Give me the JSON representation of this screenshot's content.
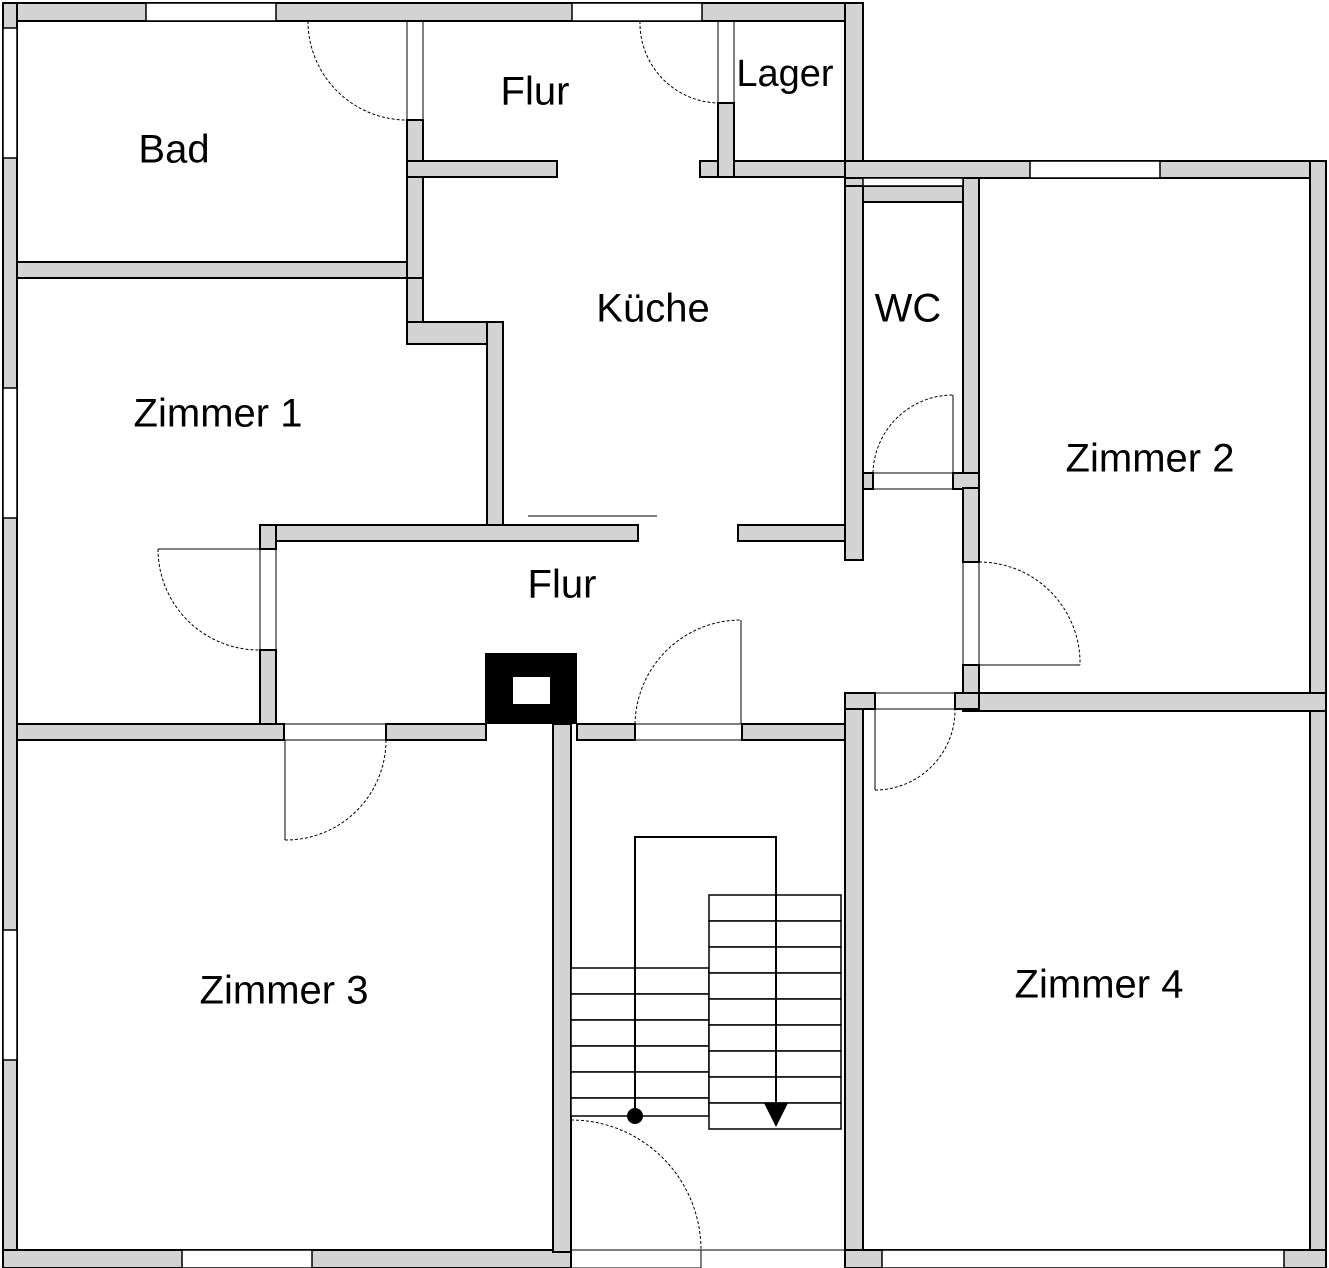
{
  "floor_plan": {
    "rooms": {
      "bad": "Bad",
      "flur_top": "Flur",
      "lager": "Lager",
      "kueche": "Küche",
      "wc": "WC",
      "zimmer1": "Zimmer 1",
      "zimmer2": "Zimmer 2",
      "flur_main": "Flur",
      "zimmer3": "Zimmer 3",
      "zimmer4": "Zimmer 4"
    },
    "colors": {
      "wall_fill": "#d3d3d3",
      "line": "#000000",
      "background": "#ffffff"
    },
    "symbols": [
      "chimney",
      "staircase",
      "stair-direction-arrow"
    ]
  }
}
